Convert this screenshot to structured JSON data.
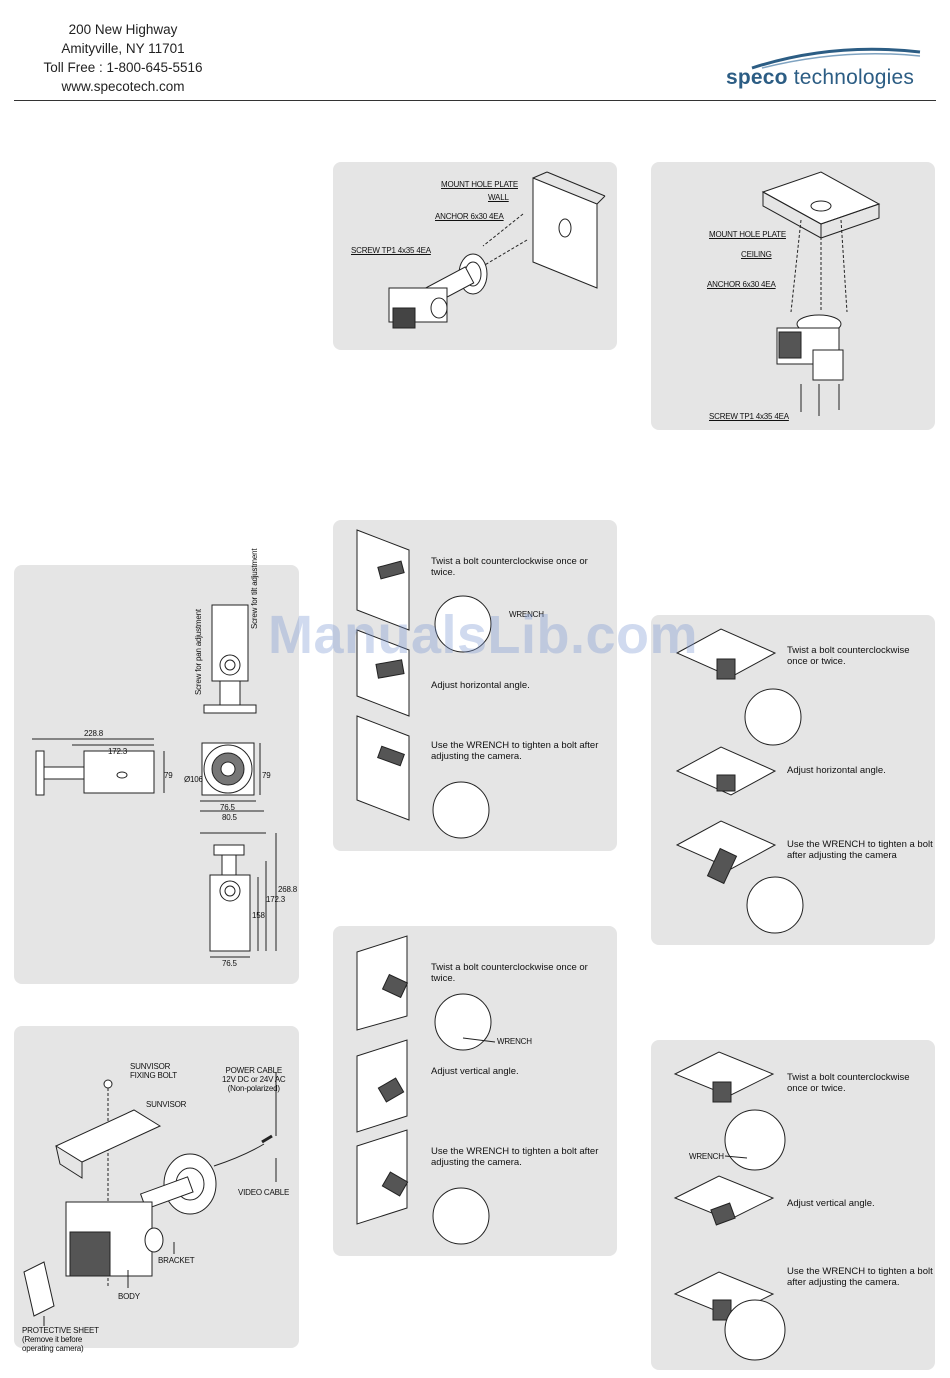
{
  "header": {
    "address_lines": [
      "200 New Highway",
      "Amityville, NY 11701",
      "Toll Free : 1-800-645-5516",
      "www.specotech.com"
    ],
    "logo": {
      "bold": "speco",
      "light": " technologies",
      "color": "#2c5d84"
    }
  },
  "watermark": "ManualsLib.com",
  "wall_mount": {
    "labels": {
      "plate": "MOUNT HOLE PLATE",
      "wall": "WALL",
      "anchor": "ANCHOR 6x30 4EA",
      "screw": "SCREW TP1 4x35 4EA"
    }
  },
  "ceiling_mount": {
    "labels": {
      "plate": "MOUNT HOLE PLATE",
      "ceiling": "CEILING",
      "anchor": "ANCHOR 6x30 4EA",
      "screw": "SCREW TP1 4x35 4EA"
    }
  },
  "dimensions": {
    "screw_tilt": "Screw for tilt adjustment",
    "screw_pan": "Screw for pan adjustment",
    "d_228": "228.8",
    "d_172a": "172.3",
    "d_79a": "79",
    "d_76a": "76.5",
    "d_80": "80.5",
    "d_106": "Ø106",
    "d_79b": "79",
    "d_158": "158",
    "d_172b": "172.3",
    "d_268": "268.8",
    "d_76b": "76.5"
  },
  "components": {
    "sunvisor_bolt": [
      "SUNVISOR",
      "FIXING BOLT"
    ],
    "sunvisor": "SUNVISOR",
    "power": [
      "POWER CABLE",
      "12V DC or 24V AC",
      "(Non-polarized)"
    ],
    "video": "VIDEO CABLE",
    "bracket": "BRACKET",
    "body": "BODY",
    "protective": [
      "PROTECTIVE SHEET",
      "(Remove it before",
      "operating camera)"
    ]
  },
  "wall_pan": {
    "step1": "Twist a bolt counterclockwise once or twice.",
    "wrench": "WRENCH",
    "step2": "Adjust horizontal angle.",
    "step3": "Use the WRENCH to tighten a bolt after adjusting the camera."
  },
  "wall_tilt": {
    "step1": "Twist a bolt counterclockwise once or twice.",
    "wrench": "WRENCH",
    "step2": "Adjust vertical angle.",
    "step3": "Use the WRENCH to tighten a bolt after adjusting the camera."
  },
  "ceiling_pan": {
    "step1": "Twist a bolt counterclockwise once or twice.",
    "step2": "Adjust horizontal angle.",
    "step3": "Use the WRENCH to tighten a bolt after adjusting the camera"
  },
  "ceiling_tilt": {
    "step1": "Twist a bolt counterclockwise once or twice.",
    "wrench": "WRENCH",
    "step2": "Adjust vertical angle.",
    "step3": "Use the WRENCH to tighten a bolt after adjusting the camera."
  }
}
